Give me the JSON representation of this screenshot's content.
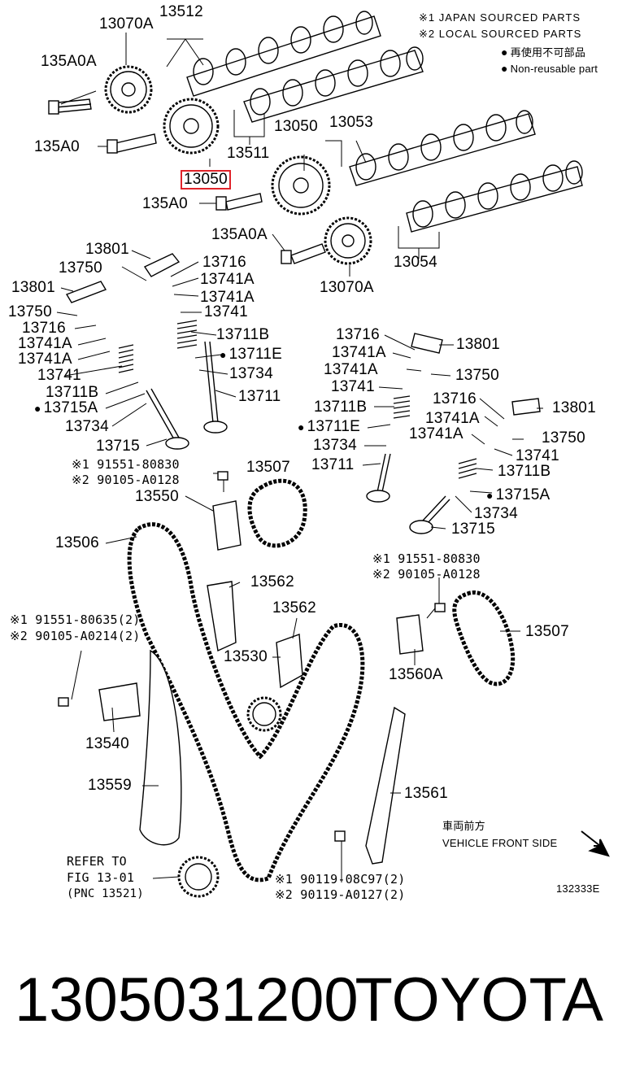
{
  "legend": {
    "japan": "※1 JAPAN SOURCED PARTS",
    "local": "※2 LOCAL SOURCED PARTS",
    "reuse_jp": "再使用不可部品",
    "reuse_en": "Non-reusable part"
  },
  "labels": {
    "l13512": "13512",
    "l13070A_top": "13070A",
    "l135A0A_top": "135A0A",
    "l135A0_top": "135A0",
    "l13050_hl": "13050",
    "l13511": "13511",
    "l13050_r": "13050",
    "l13053": "13053",
    "l135A0_mid": "135A0",
    "l135A0A_mid": "135A0A",
    "l13054": "13054",
    "l13070A_mid": "13070A",
    "l13801_a": "13801",
    "l13750_a": "13750",
    "l13716_a": "13716",
    "l13801_b": "13801",
    "l13741A_a": "13741A",
    "l13741A_b": "13741A",
    "l13750_b": "13750",
    "l13741_a": "13741",
    "l13716_b": "13716",
    "l13711B_a": "13711B",
    "l13741A_c": "13741A",
    "l13741A_d": "13741A",
    "l13711E_a": "13711E",
    "l13741_b": "13741",
    "l13734_a": "13734",
    "l13711B_b": "13711B",
    "l13711_a": "13711",
    "l13715A_a": "13715A",
    "l13734_b": "13734",
    "l13715_a": "13715",
    "l13716_c": "13716",
    "l13801_c": "13801",
    "l13741A_e": "13741A",
    "l13741A_f": "13741A",
    "l13750_c": "13750",
    "l13741_c": "13741",
    "l13716_d": "13716",
    "l13801_d": "13801",
    "l13711B_c": "13711B",
    "l13741A_g": "13741A",
    "l13711E_b": "13711E",
    "l13741A_h": "13741A",
    "l13750_d": "13750",
    "l13734_c": "13734",
    "l13741_d": "13741",
    "l13711_b": "13711",
    "l13711B_d": "13711B",
    "l13715A_b": "13715A",
    "l13734_d": "13734",
    "l13715_b": "13715",
    "bolt1_jp": "※1 91551-80830",
    "bolt1_loc": "※2 90105-A0128",
    "l13507_a": "13507",
    "l13550": "13550",
    "l13506": "13506",
    "bolt2_jp": "※1 91551-80830",
    "bolt2_loc": "※2 90105-A0128",
    "l13562_a": "13562",
    "l13562_b": "13562",
    "bolt3_jp": "※1 91551-80635(2)",
    "bolt3_loc": "※2 90105-A0214(2)",
    "l13507_b": "13507",
    "l13530": "13530",
    "l13560A": "13560A",
    "l13540": "13540",
    "l13559": "13559",
    "l13561": "13561",
    "front_jp": "車両前方",
    "front_en": "VEHICLE FRONT SIDE",
    "refer1": "REFER TO",
    "refer2": "FIG 13-01",
    "refer3": "(PNC 13521)",
    "bolt4_jp": "※1 90119-08C97(2)",
    "bolt4_loc": "※2 90119-A0127(2)",
    "figno": "132333E"
  },
  "footer": {
    "part_number": "1305031200",
    "brand": "TOYOTA"
  },
  "colors": {
    "highlight": "#e0232a",
    "line": "#000000"
  }
}
